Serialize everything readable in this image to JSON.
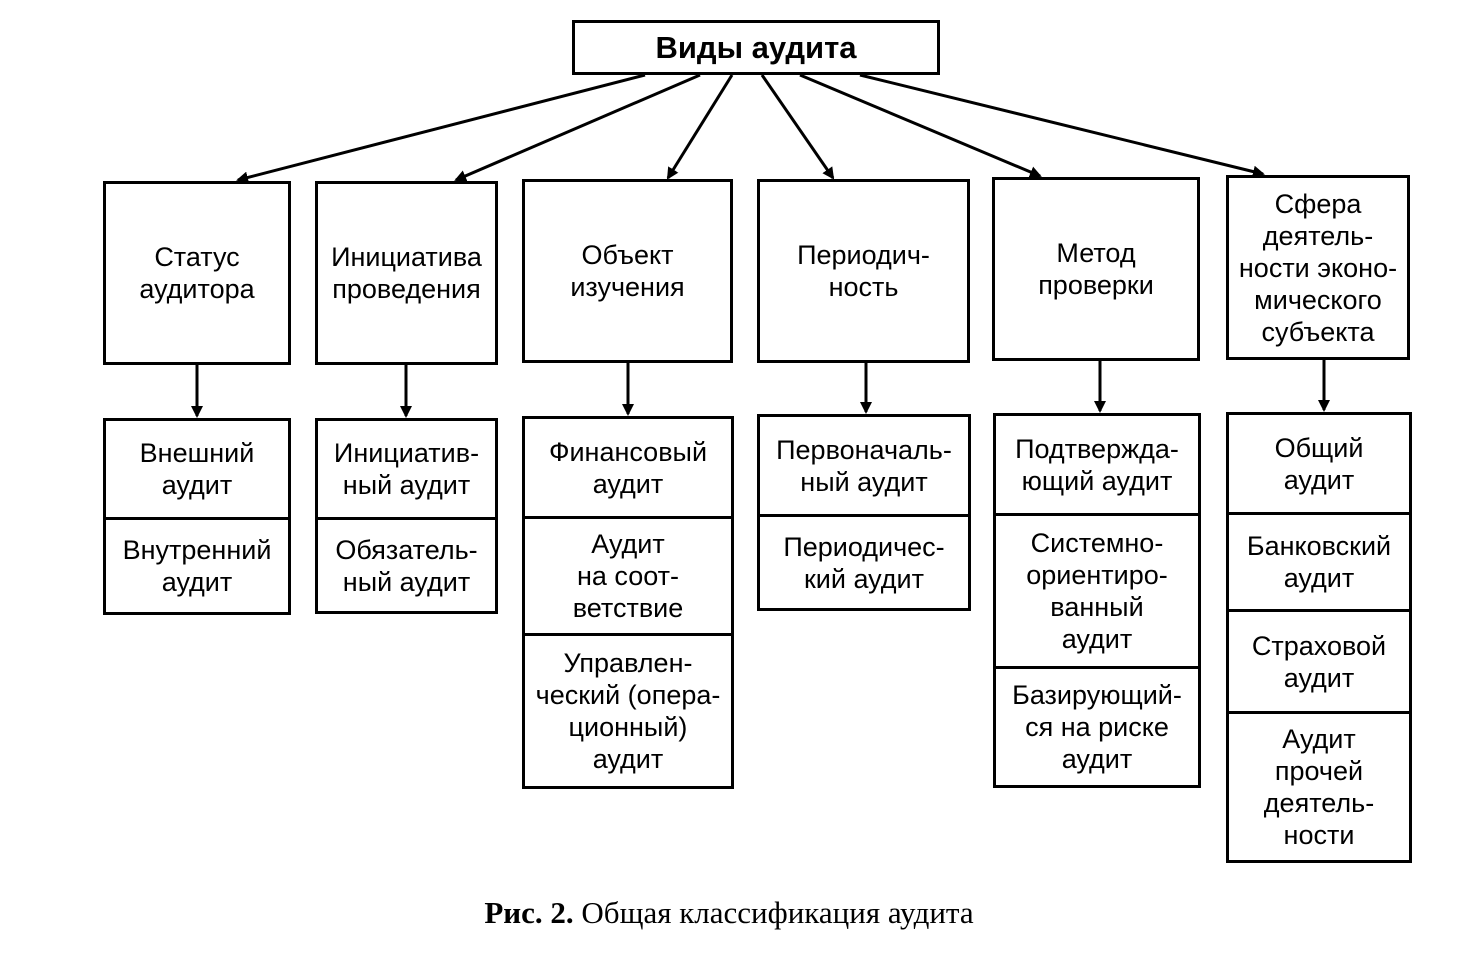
{
  "title": "Виды аудита",
  "categories": [
    {
      "label": "Статус\nаудитора",
      "items": [
        "Внешний\nаудит",
        "Внутренний\nаудит"
      ]
    },
    {
      "label": "Инициатива\nпроведения",
      "items": [
        "Инициатив-\nный аудит",
        "Обязатель-\nный аудит"
      ]
    },
    {
      "label": "Объект\nизучения",
      "items": [
        "Финансовый\nаудит",
        "Аудит\nна соот-\nветствие",
        "Управлен-\nческий (опера-\nционный)\nаудит"
      ]
    },
    {
      "label": "Периодич-\nность",
      "items": [
        "Первоначаль-\nный аудит",
        "Периодичес-\nкий аудит"
      ]
    },
    {
      "label": "Метод\nпроверки",
      "items": [
        "Подтвержда-\nющий аудит",
        "Системно-\nориентиро-\nванный\nаудит",
        "Базирующий-\nся на риске\nаудит"
      ]
    },
    {
      "label": "Сфера\nдеятель-\nности эконо-\nмического\nсубъекта",
      "items": [
        "Общий\nаудит",
        "Банковский\nаудит",
        "Страховой\nаудит",
        "Аудит\nпрочей\nдеятель-\nности"
      ]
    }
  ],
  "caption": {
    "prefix": "Рис. 2.",
    "text": " Общая классификация аудита"
  }
}
